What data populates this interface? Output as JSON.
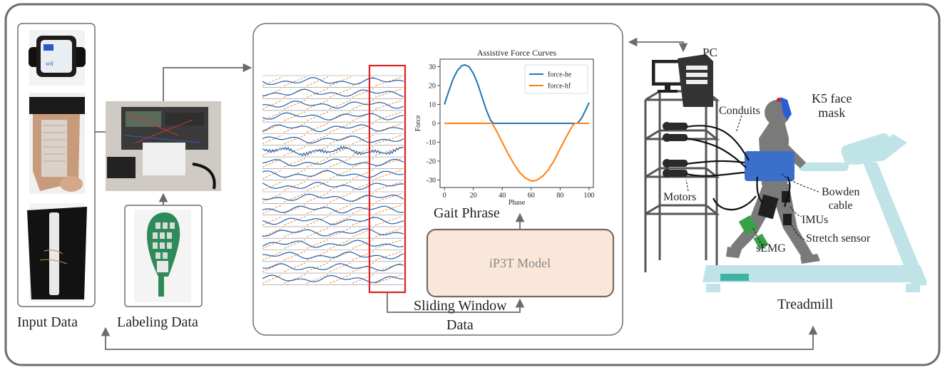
{
  "labels": {
    "input_data": "Input Data",
    "labeling_data": "Labeling Data",
    "gait_phrase": "Gait Phrase",
    "model": "iP3T Model",
    "sliding_window": "Sliding Window",
    "data": "Data",
    "pc": "PC",
    "k5_line1": "K5 face",
    "k5_line2": "mask",
    "conduits": "Conduits",
    "motors": "Motors",
    "bowden_line1": "Bowden",
    "bowden_line2": "cable",
    "imus": "IMUs",
    "stretch_sensor": "Stretch sensor",
    "semg": "sEMG",
    "treadmill": "Treadmill"
  },
  "colors": {
    "border": "#6e6e6e",
    "arrow": "#6b6b6b",
    "window": "#e02020",
    "model_fill": "#fbe7d9",
    "signal_blue": "#1f5fb0",
    "signal_orange": "#f08a24",
    "treadmill": "#bfe3e6",
    "person": "#7a7a7a",
    "belt": "#3b6fc9"
  },
  "chart_data": {
    "type": "line",
    "title": "Assistive Force Curves",
    "xlabel": "Phase",
    "ylabel": "Force",
    "xlim": [
      -3,
      103
    ],
    "ylim": [
      -34,
      34
    ],
    "xticks": [
      0,
      20,
      40,
      60,
      80,
      100
    ],
    "yticks": [
      -30,
      -20,
      -10,
      0,
      10,
      20,
      30
    ],
    "legend": "top-right",
    "grid": false,
    "series": [
      {
        "name": "force-he",
        "color": "#1f77b4",
        "x": [
          0,
          3,
          6,
          9,
          12,
          14,
          17,
          20,
          23,
          26,
          29,
          32,
          34,
          40,
          50,
          60,
          70,
          80,
          90,
          92,
          95,
          97,
          100
        ],
        "y": [
          10,
          17,
          23.5,
          28,
          30.5,
          31,
          30,
          26.5,
          21,
          14,
          7,
          1.5,
          0,
          0,
          0,
          0,
          0,
          0,
          0,
          0,
          3,
          6,
          11
        ]
      },
      {
        "name": "force-hf",
        "color": "#ff7f0e",
        "x": [
          0,
          10,
          20,
          30,
          33,
          36,
          40,
          44,
          48,
          52,
          56,
          60,
          62,
          64,
          68,
          72,
          76,
          80,
          84,
          88,
          90,
          92,
          100
        ],
        "y": [
          0,
          0,
          0,
          0,
          0,
          -4,
          -10,
          -16,
          -21.5,
          -26,
          -29,
          -30.5,
          -30.5,
          -30,
          -28,
          -24.5,
          -19.5,
          -13.5,
          -7.5,
          -2,
          0,
          0,
          0
        ]
      }
    ]
  }
}
